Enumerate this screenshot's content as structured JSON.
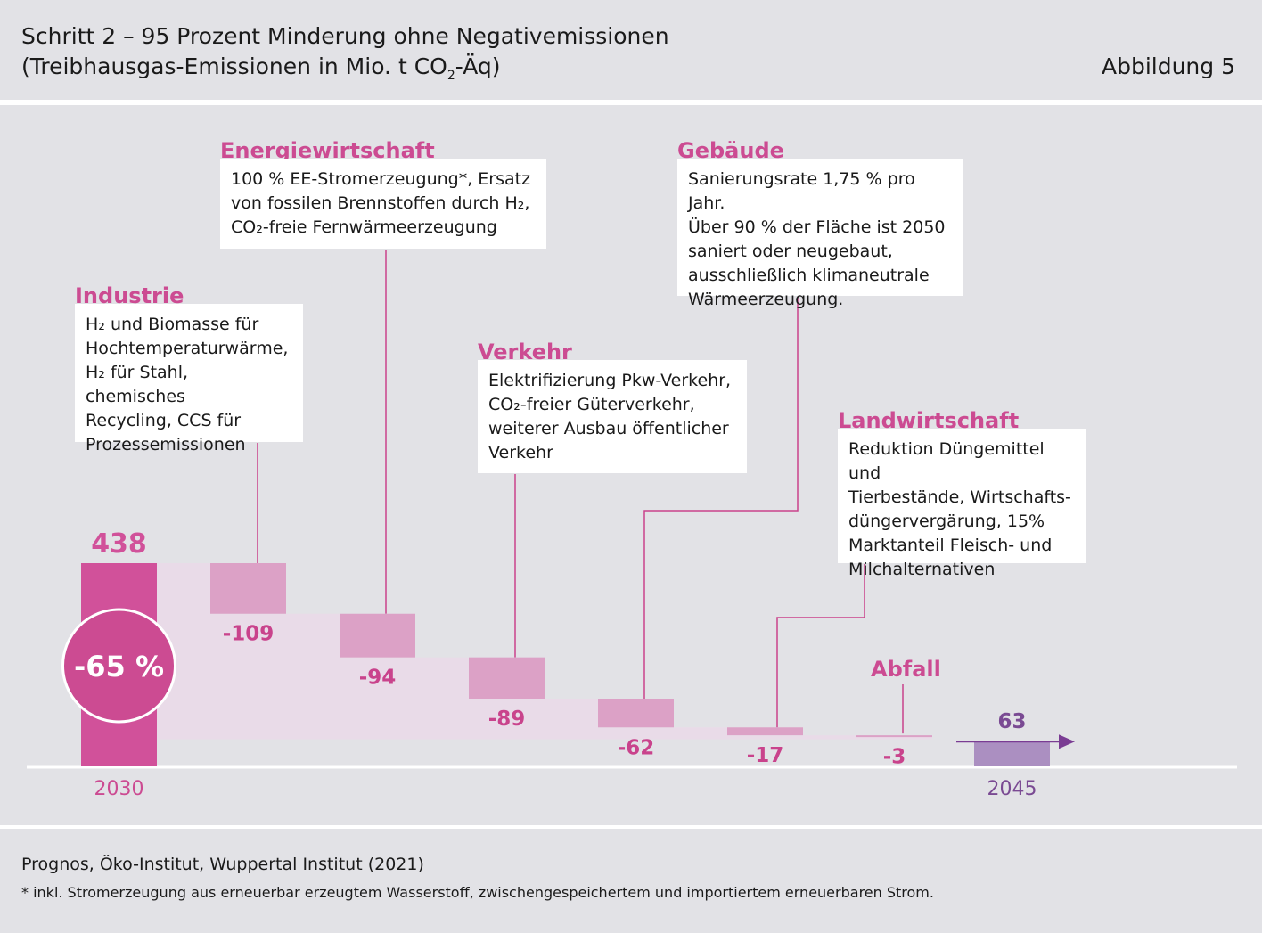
{
  "header": {
    "title_line1": "Schritt 2 – 95 Prozent Minderung ohne Negativemissionen",
    "title_line2_pre": "(Treibhausgas-Emissionen in Mio. t CO",
    "title_line2_sub": "2",
    "title_line2_post": "-Äq)",
    "figure_label": "Abbildung 5"
  },
  "chart_data": {
    "type": "bar",
    "subtype": "waterfall",
    "title": "Schritt 2 – 95 Prozent Minderung ohne Negativemissionen",
    "unit": "Mio. t CO2-Äq",
    "start": {
      "label": "2030",
      "value": 438,
      "value_label": "438"
    },
    "end": {
      "label": "2045",
      "value": 63,
      "value_label": "63"
    },
    "reduction_badge": "-65 %",
    "steps": [
      {
        "sector": "Industrie",
        "value": -109,
        "value_label": "-109"
      },
      {
        "sector": "Energiewirtschaft",
        "value": -94,
        "value_label": "-94"
      },
      {
        "sector": "Verkehr",
        "value": -89,
        "value_label": "-89"
      },
      {
        "sector": "Gebäude",
        "value": -62,
        "value_label": "-62"
      },
      {
        "sector": "Landwirtschaft",
        "value": -17,
        "value_label": "-17"
      },
      {
        "sector": "Abfall",
        "value": -3,
        "value_label": "-3"
      }
    ],
    "colors": {
      "start_bar": "#d1519a",
      "step_bar": "#dca1c6",
      "band": "#e9dbe8",
      "end_bar": "#ab8fc1",
      "end_label": "#7a4a93",
      "arrow": "#7a3c93",
      "connector": "#c9438c",
      "badge": "#cc4b92",
      "year_start": "#cc4b92",
      "year_end": "#7a4a93"
    }
  },
  "sectors": {
    "industrie": {
      "title": "Industrie",
      "text": "H₂ und Biomasse für\nHochtemperaturwärme,\nH₂ für Stahl, chemisches\nRecycling, CCS für\nProzessemissionen"
    },
    "energie": {
      "title": "Energiewirtschaft",
      "text": "100 % EE-Stromerzeugung*, Ersatz\nvon fossilen Brennstoffen durch H₂,\nCO₂-freie Fernwärmeerzeugung"
    },
    "verkehr": {
      "title": "Verkehr",
      "text": "Elektrifizierung Pkw-Verkehr,\nCO₂-freier Güterverkehr,\nweiterer Ausbau öffentlicher\nVerkehr"
    },
    "gebaeude": {
      "title": "Gebäude",
      "text": "Sanierungsrate 1,75 % pro Jahr.\nÜber 90 % der Fläche ist 2050\nsaniert oder neugebaut,\nausschließlich klimaneutrale\nWärmeerzeugung."
    },
    "landwirtschaft": {
      "title": "Landwirtschaft",
      "text": "Reduktion Düngemittel und\nTierbestände, Wirtschafts-\ndüngervergärung, 15%\nMarktanteil Fleisch- und\nMilchalternativen"
    },
    "abfall": {
      "title": "Abfall"
    }
  },
  "footer": {
    "source": "Prognos, Öko-Institut, Wuppertal Institut (2021)",
    "footnote": "* inkl. Stromerzeugung aus erneuerbar erzeugtem Wasserstoff, zwischengespeichertem und importiertem erneuerbaren Strom."
  }
}
